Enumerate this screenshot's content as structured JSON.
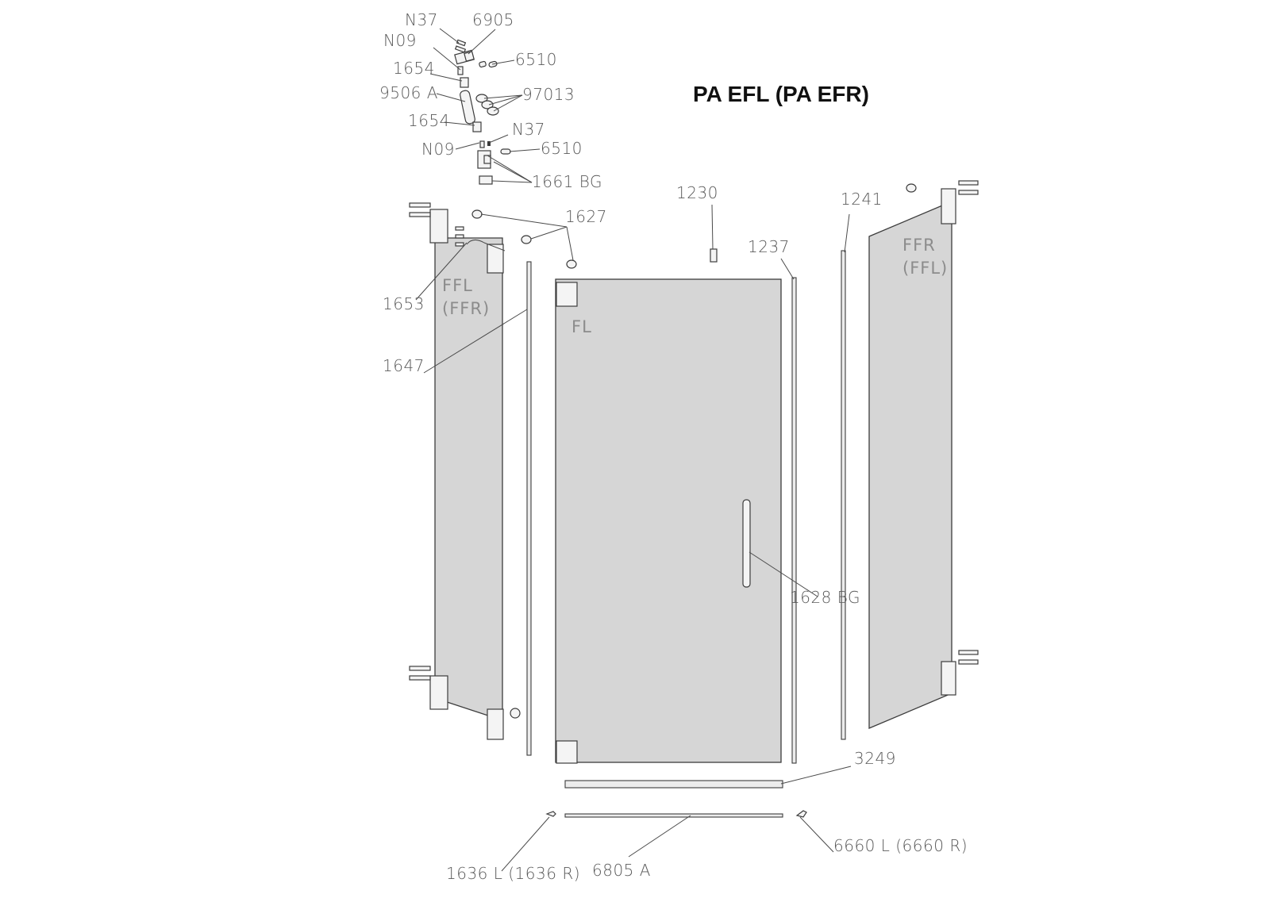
{
  "title": "PA EFL (PA EFR)",
  "panels": {
    "left": {
      "line1": "FFL",
      "line2": "(FFR)"
    },
    "door": {
      "label": "FL"
    },
    "right": {
      "line1": "FFR",
      "line2": "(FFL)"
    }
  },
  "part_labels": {
    "n37_top": "N37",
    "p6905": "6905",
    "n09_top": "N09",
    "p6510_top": "6510",
    "p1654_top": "1654",
    "p9506a": "9506 A",
    "p97013": "97013",
    "p1654_bot": "1654",
    "n37_mid": "N37",
    "n09_bot": "N09",
    "p6510_bot": "6510",
    "p1661bg": "1661  BG",
    "p1230": "1230",
    "p1241": "1241",
    "p1627": "1627",
    "p1237": "1237",
    "p1653": "1653",
    "p1647": "1647",
    "p1628bg": "1628 BG",
    "p3249": "3249",
    "p6660": "6660 L (6660 R)",
    "p1636": "1636 L (1636 R)",
    "p6805a": "6805 A"
  }
}
